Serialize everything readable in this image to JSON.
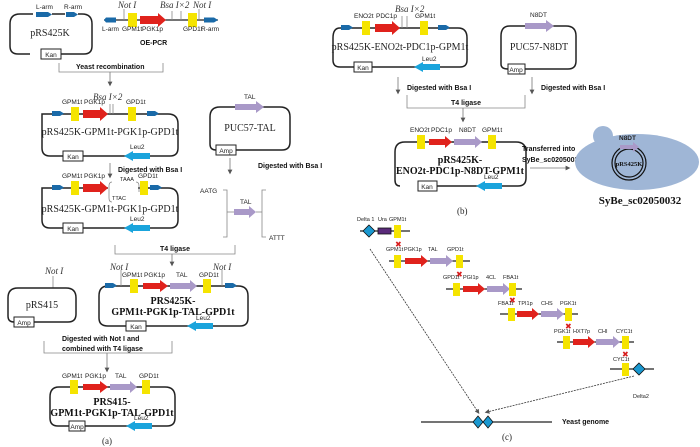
{
  "panel_a": {
    "caption": "(a)",
    "pRS425K": {
      "name": "pRS425K",
      "l_arm": "L-arm",
      "r_arm": "R-arm",
      "marker": "Kan"
    },
    "oe_pcr": {
      "title": "OE-PCR",
      "sites": {
        "not1_left": "Not I",
        "bsa": "Bsa I×2",
        "not1_right": "Not I"
      },
      "parts": [
        "L-arm",
        "GPM1t",
        "PGK1p",
        "GPD1t",
        "R-arm"
      ]
    },
    "step_recomb": "Yeast recombination",
    "plasmid2": {
      "name": "pRS425K-GPM1t-PGK1p-GPD1t",
      "bsa": "Bsa I×2",
      "parts": [
        "GPM1t",
        "PGK1p",
        "GPD1t"
      ],
      "marker": "Kan",
      "leu": "Leu2"
    },
    "puc_tal": {
      "name": "PUC57-TAL",
      "gene": "TAL",
      "marker": "Amp"
    },
    "step_digest1": "Digested with Bsa I",
    "step_digest2": "Digested with Bsa I",
    "plasmid3": {
      "name": "pRS425K-GPM1t-PGK1p-GPD1t",
      "parts": [
        "GPM1t",
        "PGK1p",
        "GPD1t"
      ],
      "overhang_top": "TAAA",
      "overhang_bottom": "TTAC",
      "marker": "Kan",
      "leu": "Leu2"
    },
    "tal_fragment": {
      "gene": "TAL",
      "left": "AATG",
      "right": "ATTT"
    },
    "step_t4": "T4 ligase",
    "pRS415": {
      "name": "pRS415",
      "site": "Not I",
      "marker": "Amp"
    },
    "plasmid4": {
      "name_line1": "PRS425K-",
      "name_line2": "GPM1t-PGK1p-TAL-GPD1t",
      "site_left": "Not I",
      "site_right": "Not I",
      "parts": [
        "GPM1t",
        "PGK1p",
        "TAL",
        "GPD1t"
      ],
      "marker": "Kan",
      "leu": "Leu2"
    },
    "step_final_line1": "Digested with Not I and",
    "step_final_line2": "combined with T4 ligase",
    "plasmid5": {
      "name_line1": "PRS415-",
      "name_line2": "GPM1t-PGK1p-TAL-GPD1t",
      "parts": [
        "GPM1t",
        "PGK1p",
        "TAL",
        "GPD1t"
      ],
      "marker": "Amp",
      "leu": "Leu2"
    }
  },
  "panel_b": {
    "caption": "(b)",
    "plasmid1": {
      "name": "pRS425K-ENO2t-PDC1p-GPM1t",
      "bsa": "Bsa I×2",
      "parts": [
        "ENO2t",
        "PDC1p",
        "GPM1t"
      ],
      "marker": "Kan",
      "leu": "Leu2"
    },
    "puc_n8dt": {
      "name": "PUC57-N8DT",
      "gene": "N8DT",
      "marker": "Amp"
    },
    "step_digest1": "Digested with Bsa I",
    "step_digest2": "Digested with Bsa I",
    "step_t4": "T4 ligase",
    "plasmid2": {
      "name_line1": "pRS425K-",
      "name_line2": "ENO2t-PDC1p-N8DT-GPM1t",
      "parts": [
        "ENO2t",
        "PDC1p",
        "N8DT",
        "GPM1t"
      ],
      "marker": "Kan",
      "leu": "Leu2"
    },
    "transfer_line1": "Transferred into",
    "transfer_line2": "SyBe_sc02050031",
    "cell": {
      "gene": "N8DT",
      "plasmid": "pRS425K",
      "strain": "SyBe_sc02050032"
    }
  },
  "panel_c": {
    "caption": "(c)",
    "cassettes": [
      {
        "labels": [
          "Delta 1",
          "Ura",
          "GPM1t"
        ]
      },
      {
        "labels": [
          "GPM1t",
          "PGK1p",
          "TAL",
          "GPD1t"
        ]
      },
      {
        "labels": [
          "GPD1t",
          "PGI1p",
          "4CL",
          "FBA1t"
        ]
      },
      {
        "labels": [
          "FBA1t",
          "TPI1p",
          "CHS",
          "PGK1t"
        ]
      },
      {
        "labels": [
          "PGK1t",
          "HXT7p",
          "CHI",
          "CYC1t"
        ]
      },
      {
        "labels": [
          "CYC1t"
        ]
      }
    ],
    "delta2": "Delta2",
    "genome": "Yeast genome"
  },
  "colors": {
    "terminator": "#f5e400",
    "promoter": "#e0221c",
    "gene": "#a999c8",
    "arm": "#1a6aa8",
    "leu": "#1aa4dc",
    "delta": "#1a98d0",
    "ura": "#5a2a7a",
    "cross": "#d81e1e",
    "cell": "#9fb6d6"
  }
}
